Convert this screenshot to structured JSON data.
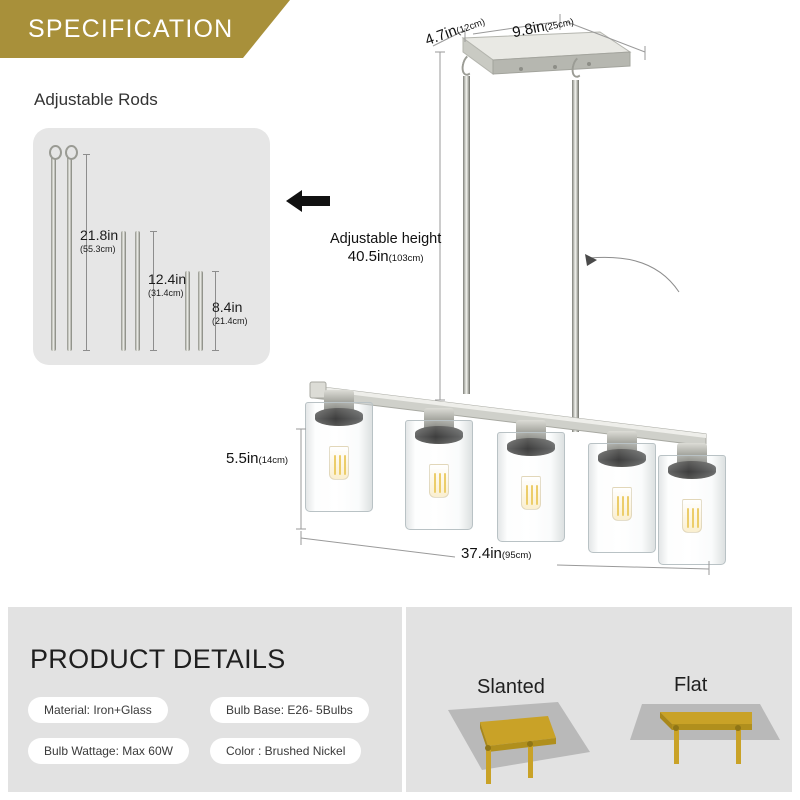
{
  "banner": {
    "title": "SPECIFICATION",
    "color": "#a8903a"
  },
  "rods_section": {
    "title": "Adjustable Rods",
    "rods": [
      {
        "in": "21.8in",
        "cm": "(55.3cm)"
      },
      {
        "in": "12.4in",
        "cm": "(31.4cm)"
      },
      {
        "in": "8.4in",
        "cm": "(21.4cm)"
      }
    ],
    "arrow": "left-arrow"
  },
  "product": {
    "canopy_depth": {
      "in": "4.7in",
      "cm": "(12cm)"
    },
    "canopy_width": {
      "in": "9.8in",
      "cm": "(25cm)"
    },
    "adjustable_height": {
      "label": "Adjustable height",
      "in": "40.5in",
      "cm": "(103cm)"
    },
    "shade_height": {
      "in": "5.5in",
      "cm": "(14cm)"
    },
    "overall_width": {
      "in": "37.4in",
      "cm": "(95cm)"
    },
    "bulb_count": 5,
    "finish_color": "#b9bab3"
  },
  "details": {
    "title": "PRODUCT DETAILS",
    "items": [
      {
        "label": "Material: Iron+Glass"
      },
      {
        "label": "Bulb Base: E26- 5Bulbs"
      },
      {
        "label": "Bulb Wattage: Max 60W"
      },
      {
        "label": "Color : Brushed Nickel"
      }
    ]
  },
  "mounting": {
    "options": [
      {
        "label": "Slanted"
      },
      {
        "label": "Flat"
      }
    ],
    "bracket_color": "#c9a227",
    "ceiling_color": "#b9b9b9"
  }
}
